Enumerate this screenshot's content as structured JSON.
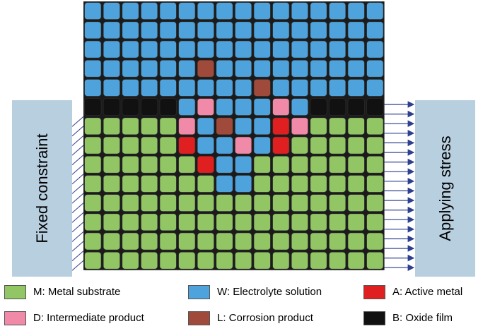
{
  "labels": {
    "left": "Fixed constraint",
    "right": "Applying stress"
  },
  "colors": {
    "M": "#92c564",
    "W": "#4ea3dc",
    "A": "#e02020",
    "D": "#f08aa8",
    "L": "#a04a3c",
    "B": "#111111",
    "left_box": "#b8cfe0",
    "right_box": "#b8cfe0",
    "arrows": "#2e3f8f"
  },
  "grid": {
    "rows": [
      "WWWWWWWWWWWWWWWW",
      "WWWWWWWWWWWWWWWW",
      "WWWWWWWWWWWWWWWW",
      "WWWWWWLWWWWWWWWW",
      "WWWWWWWWWLWWWWWW",
      "BBBBBWDWWWDWBBBB",
      "MMMMMDWLWWADMMMM",
      "MMMMMAWWDWAMMMMM",
      "MMMMMMAWWMMMMMMM",
      "MMMMMMMWWMMMMMMM",
      "MMMMMMMMMMMMMMMM",
      "MMMMMMMMMMMMMMMM",
      "MMMMMMMMMMMMMMMM",
      "MMMMMMMMMMMMMMMM"
    ]
  },
  "legend": [
    {
      "code": "M",
      "label": "M: Metal substrate",
      "color": "#92c564"
    },
    {
      "code": "W",
      "label": "W: Electrolyte solution",
      "color": "#4ea3dc"
    },
    {
      "code": "A",
      "label": "A: Active metal",
      "color": "#e02020"
    },
    {
      "code": "D",
      "label": "D: Intermediate product",
      "color": "#f08aa8"
    },
    {
      "code": "L",
      "label": "L: Corrosion product",
      "color": "#a04a3c"
    },
    {
      "code": "B",
      "label": "B: Oxide film",
      "color": "#111111"
    }
  ]
}
